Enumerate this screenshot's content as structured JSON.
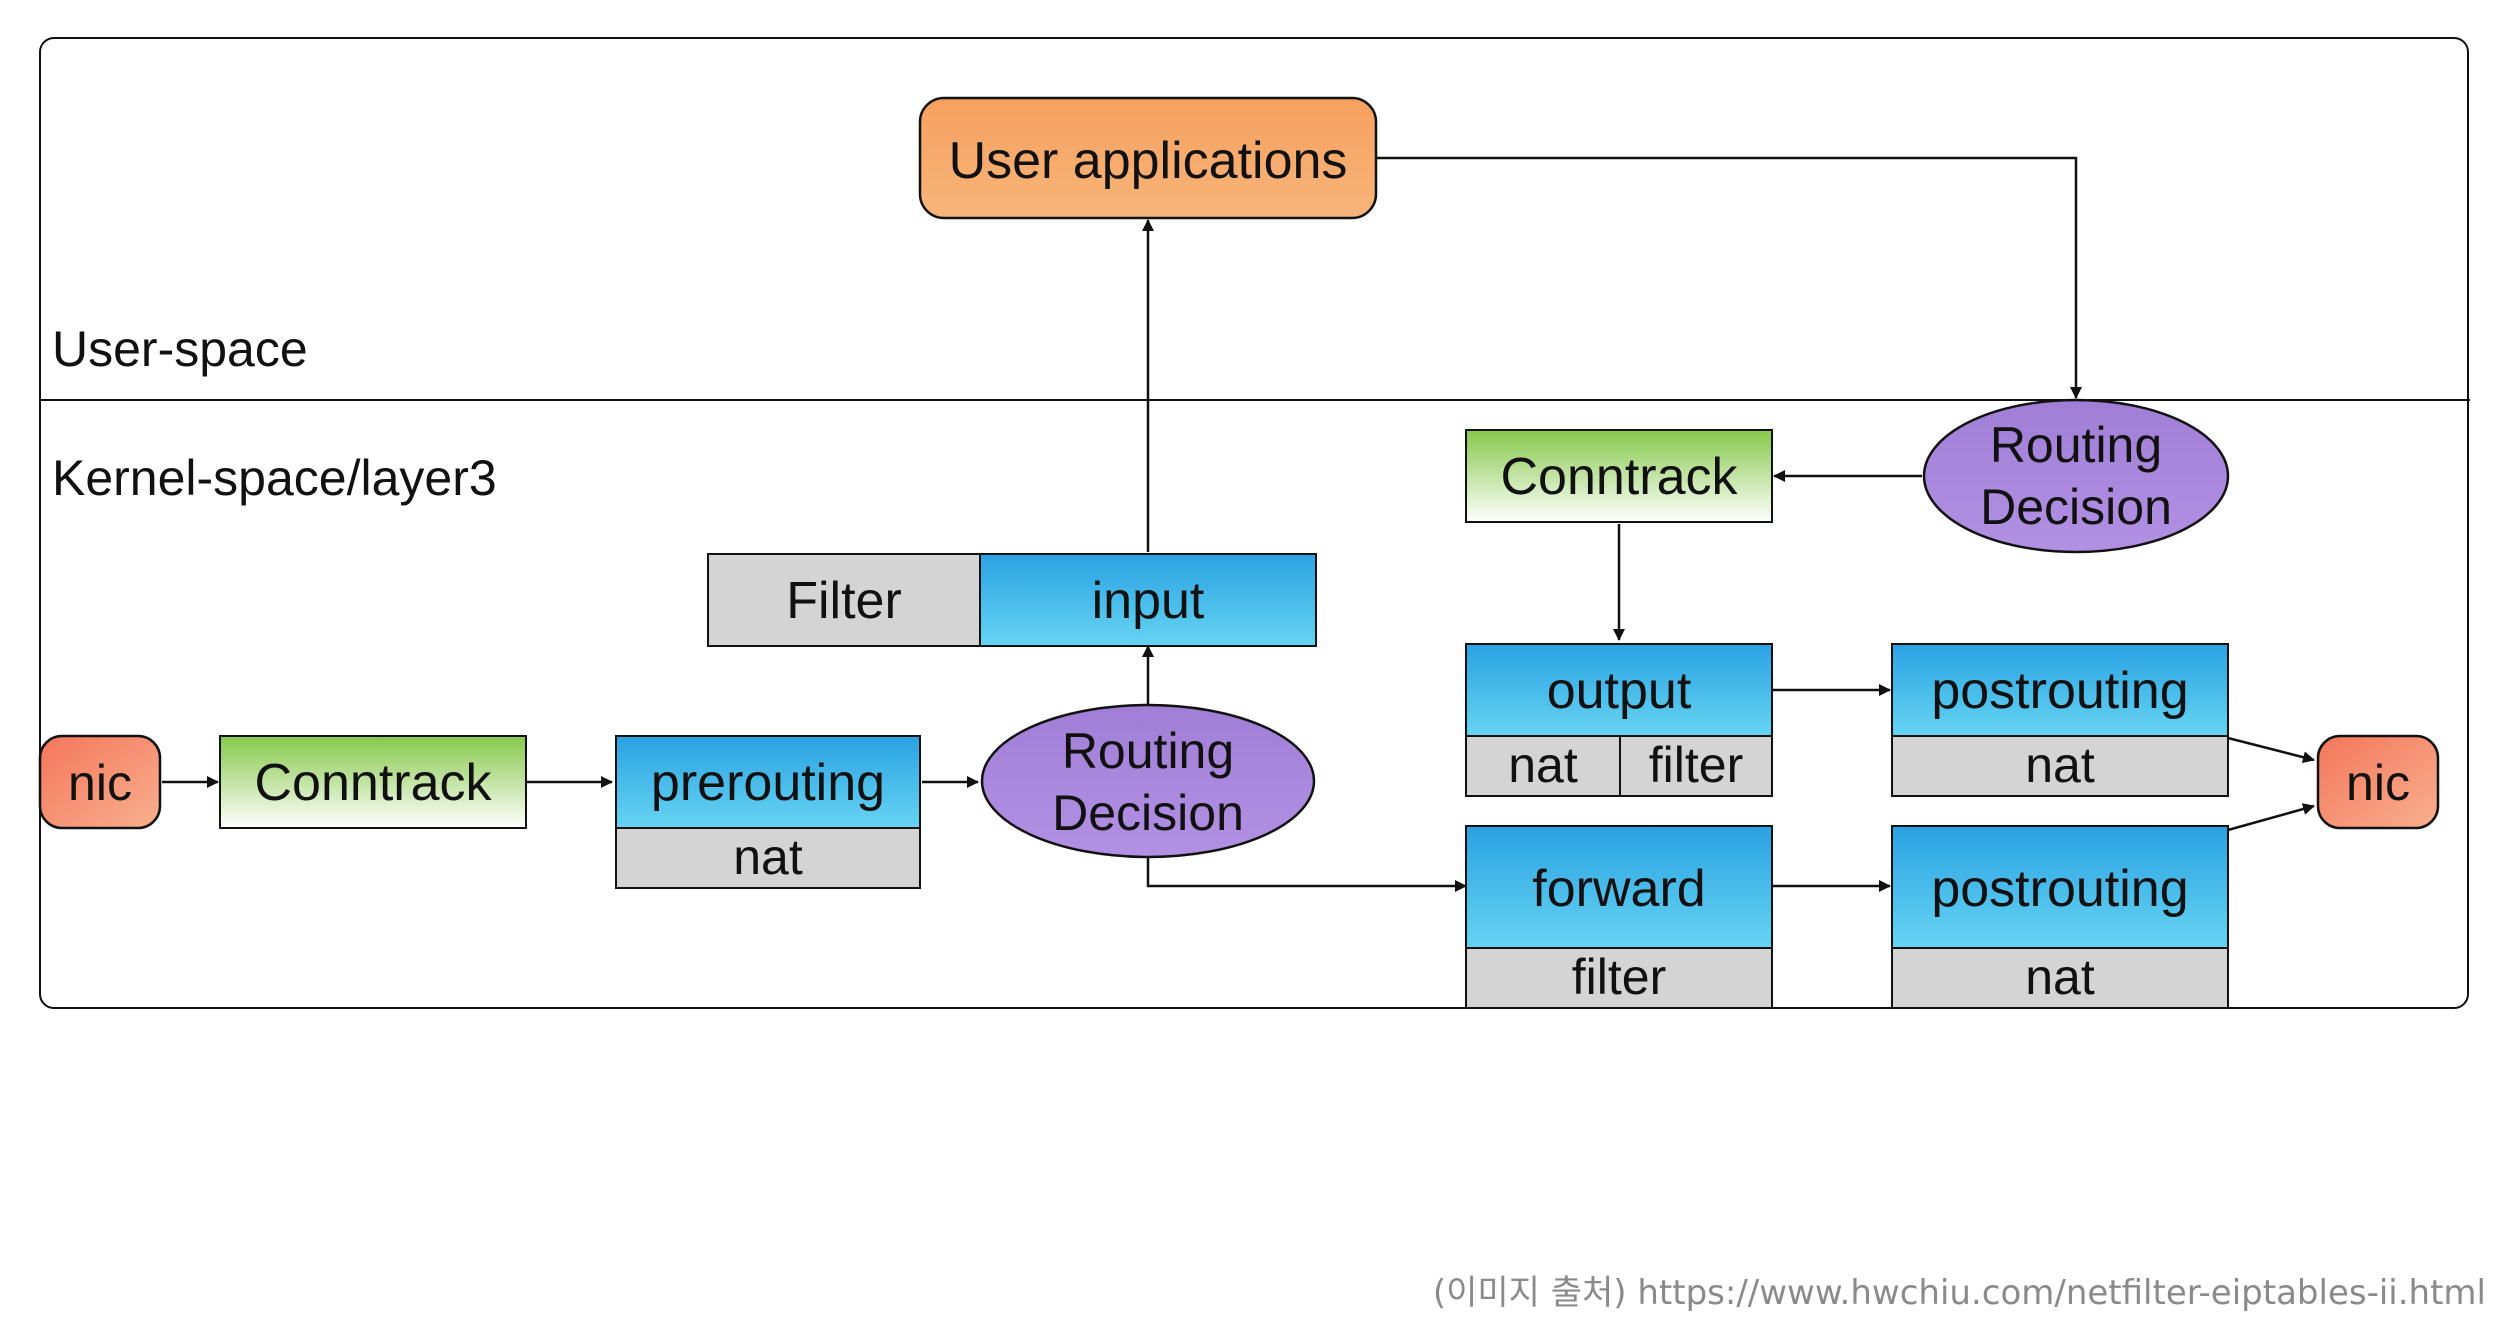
{
  "regions": {
    "user_space": "User-space",
    "kernel_space": "Kernel-space/layer3"
  },
  "nodes": {
    "user_apps": "User applications",
    "nic_in": "nic",
    "conntrack_in": "Conntrack",
    "prerouting": "prerouting",
    "prerouting_nat": "nat",
    "routing_in_1": "Routing",
    "routing_in_2": "Decision",
    "filter": "Filter",
    "input": "input",
    "routing_out_1": "Routing",
    "routing_out_2": "Decision",
    "conntrack_out": "Conntrack",
    "output": "output",
    "output_nat": "nat",
    "output_filter": "filter",
    "forward": "forward",
    "forward_filter": "filter",
    "postrouting_1": "postrouting",
    "postrouting_1_nat": "nat",
    "postrouting_2": "postrouting",
    "postrouting_2_nat": "nat",
    "nic_out": "nic"
  },
  "caption": "(이미지 출처)  https://www.hwchiu.com/netfilter-eiptables-ii.html",
  "colors": {
    "orange": "#f4a460",
    "nic": "#f08a6c",
    "green_top": "#8ccf4a",
    "blue_top": "#2ea9e6",
    "blue_bottom": "#5fd0f0",
    "gray": "#d3d3d3",
    "purple": "#a884dc"
  }
}
